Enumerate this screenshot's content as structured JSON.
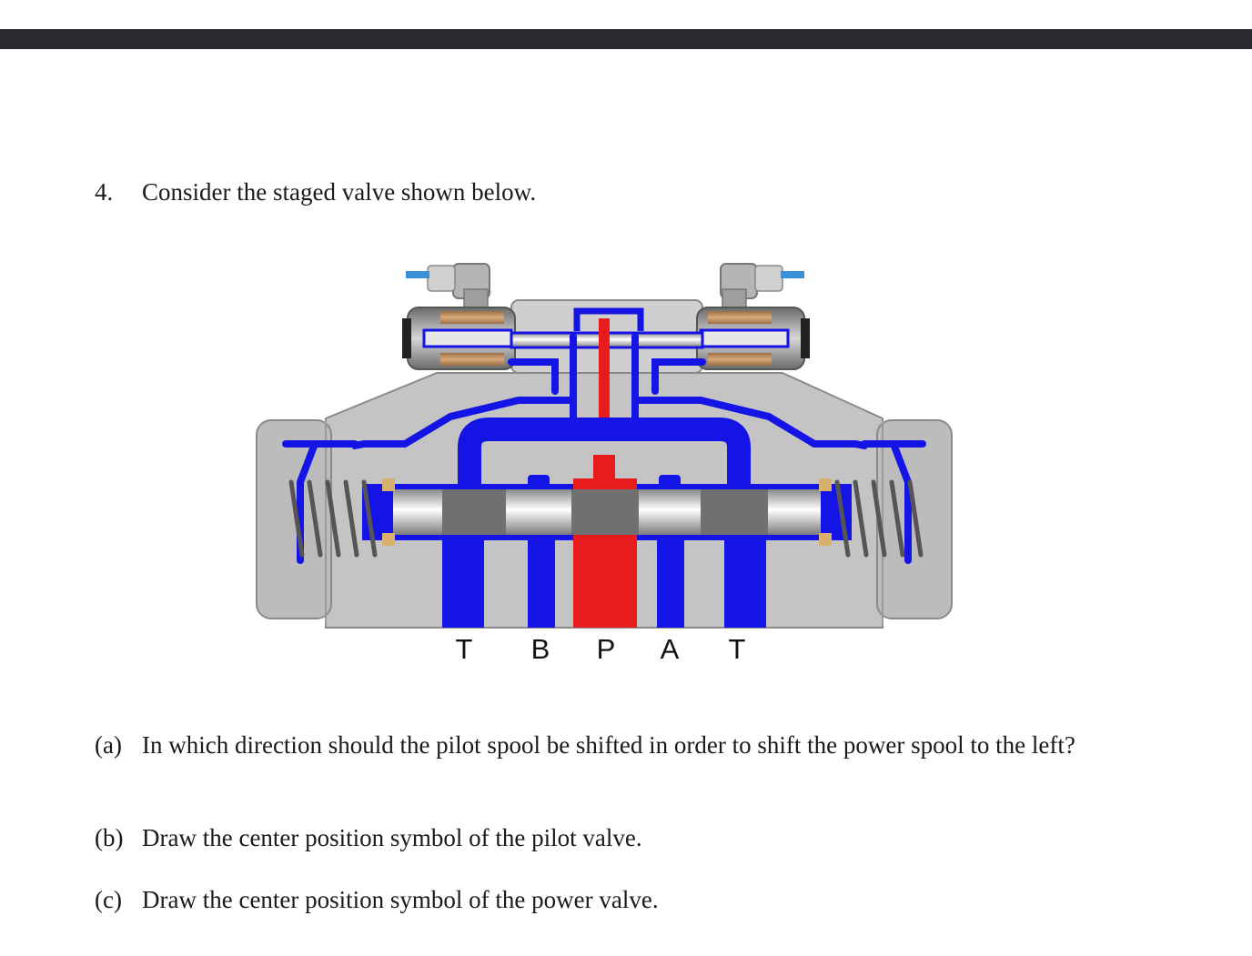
{
  "question": {
    "number": "4.",
    "text": "Consider the staged valve shown below."
  },
  "figure": {
    "port_labels": [
      "T",
      "B",
      "P",
      "A",
      "T"
    ],
    "colors": {
      "tank_line": "#1414e6",
      "pressure_line": "#e81c1c",
      "body": "#bdbdbd"
    }
  },
  "parts": [
    {
      "label": "(a)",
      "text": "In which direction should the pilot spool be shifted in order to shift the power spool to the left?"
    },
    {
      "label": "(b)",
      "text": "Draw the center position symbol of the pilot valve."
    },
    {
      "label": "(c)",
      "text": "Draw the center position symbol of the power valve."
    }
  ]
}
